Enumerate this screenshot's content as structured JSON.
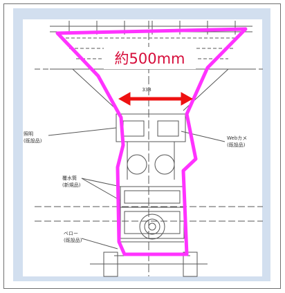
{
  "annotation": {
    "text": "約500mm",
    "color": "#d60c3a",
    "outline_color": "#ff33ff",
    "arrow_color": "#ee1111"
  },
  "dimension_text": "338",
  "callouts": {
    "left_top": "照明",
    "left_top_sub": "(既設品)",
    "right": "Webカメ",
    "right_sub": "(既設品)",
    "left_mid": "覆水筒",
    "left_mid_sub": "(新規品)",
    "left_bottom": "ベロー",
    "left_bottom_sub": "(既設品)"
  }
}
